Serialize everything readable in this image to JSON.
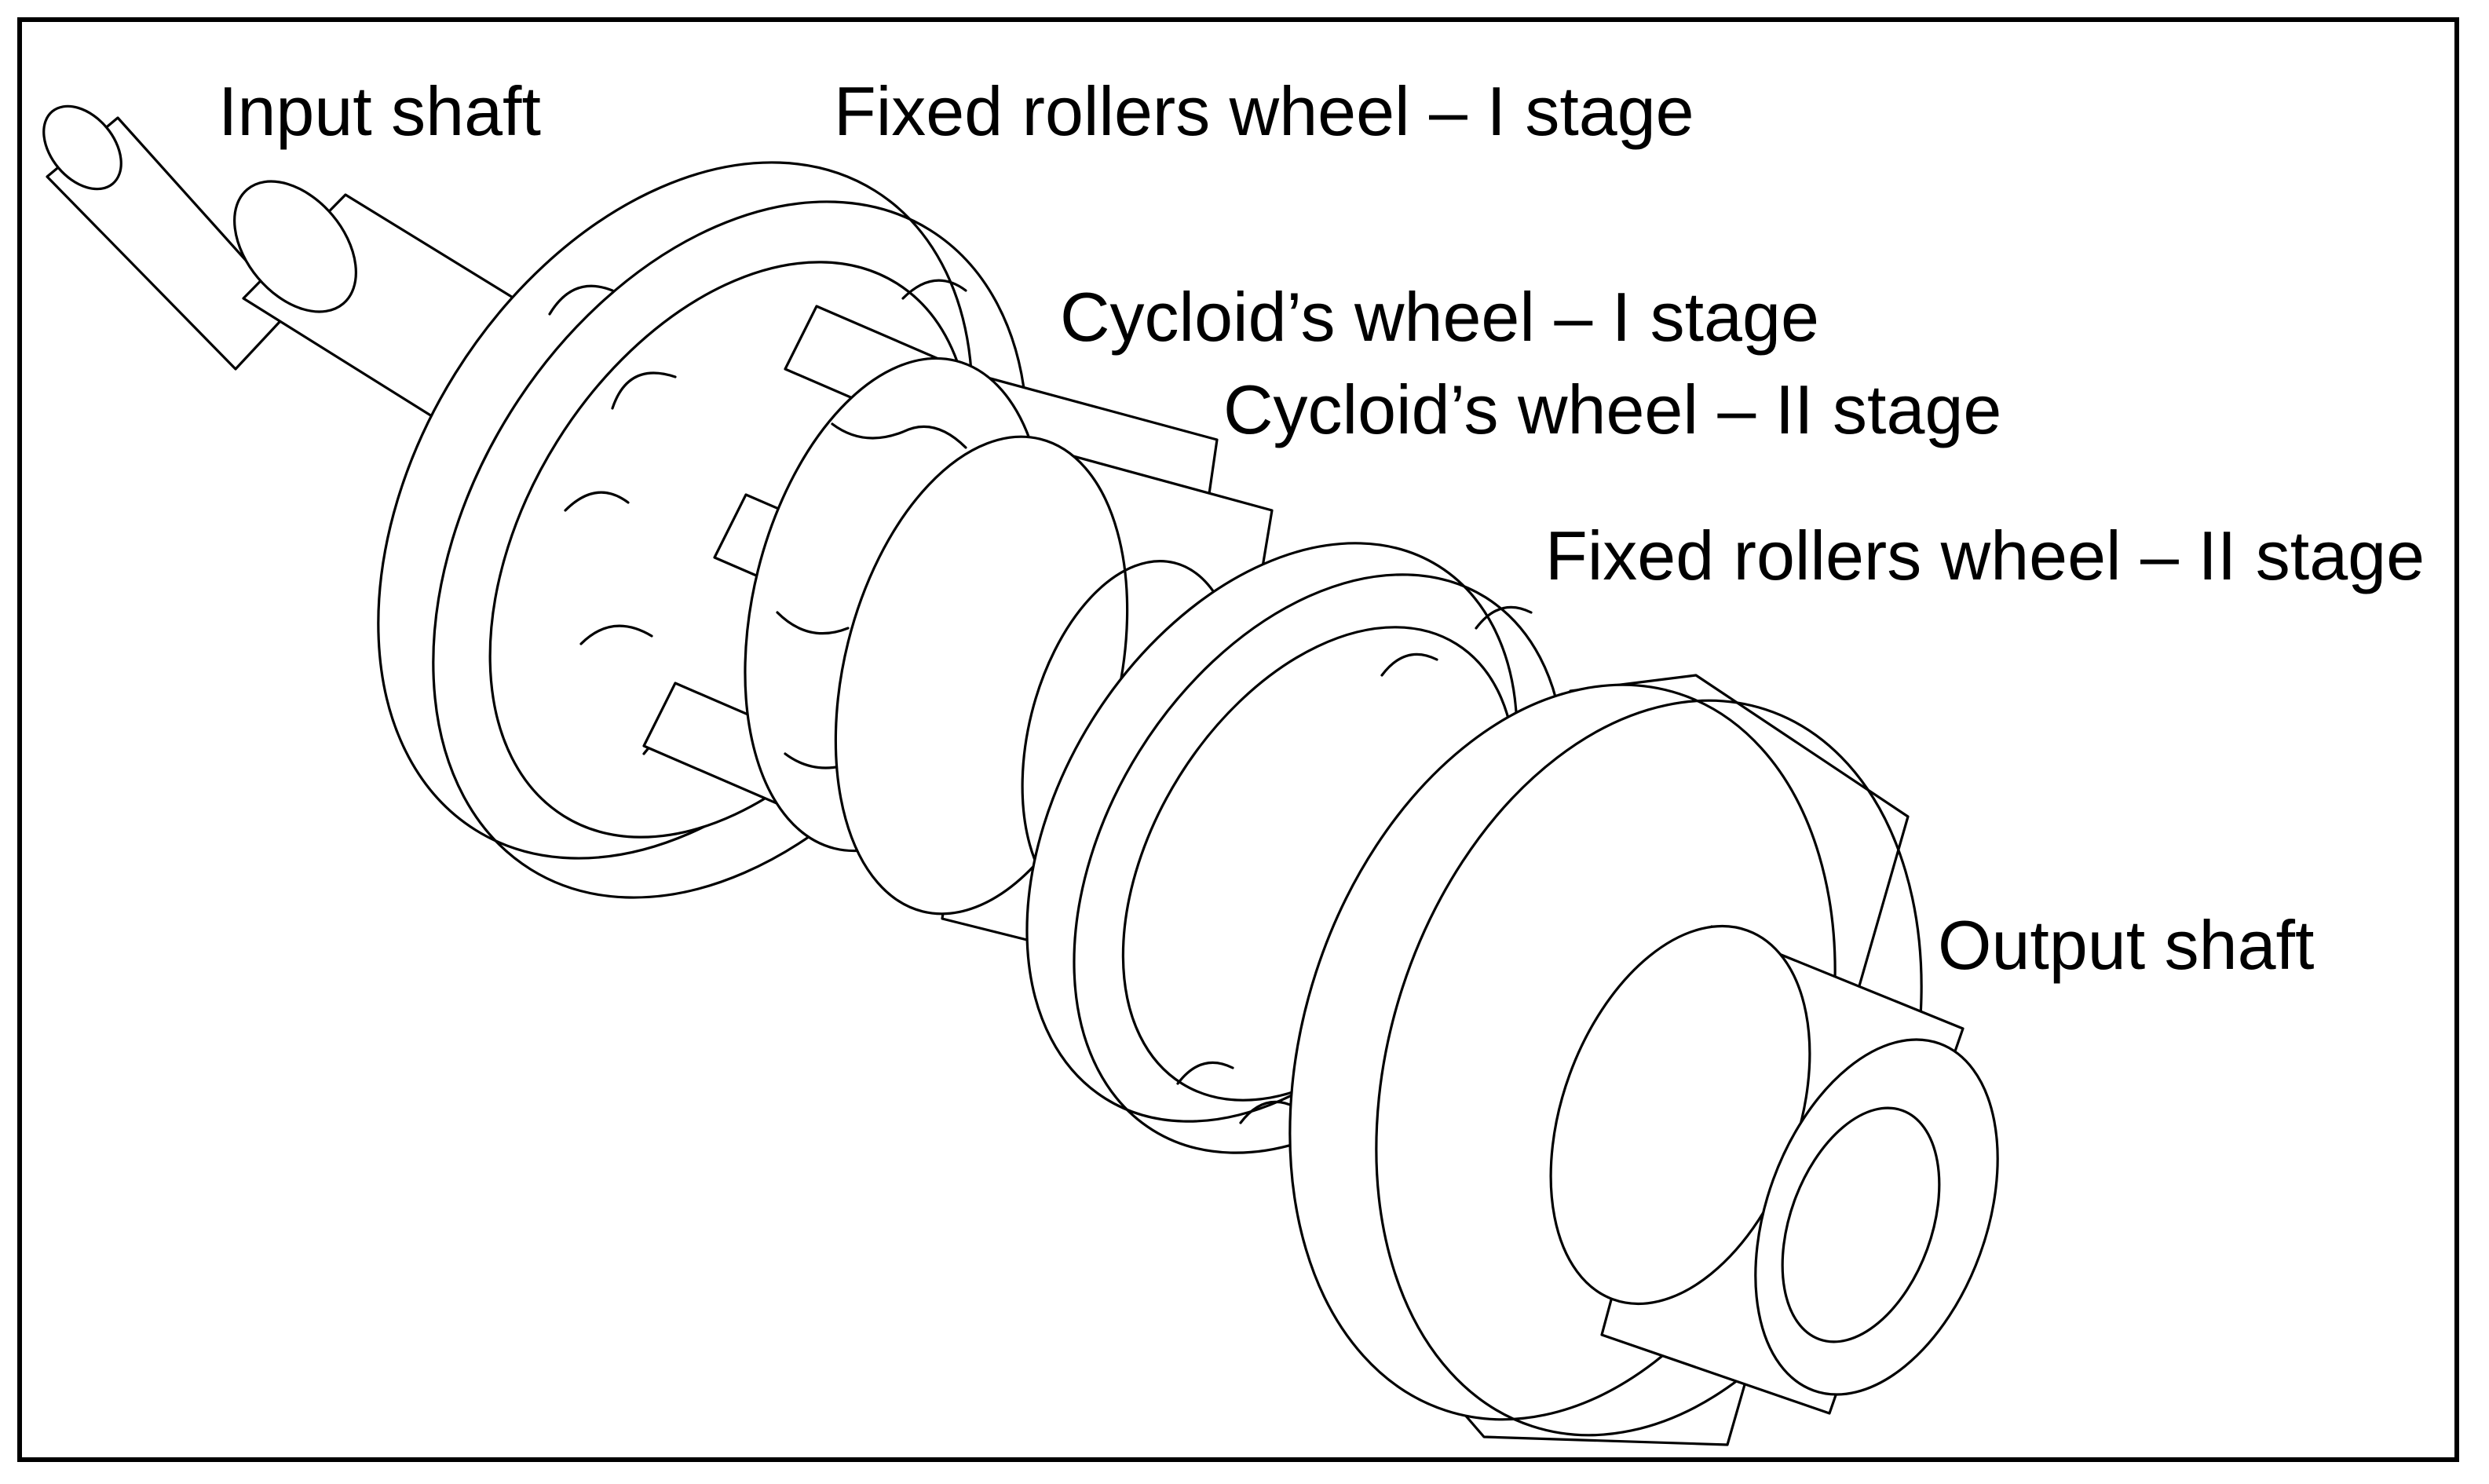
{
  "figure": {
    "labels": {
      "input_shaft": "Input shaft",
      "fixed_rollers_wheel_1": "Fixed rollers wheel – I stage",
      "cycloid_wheel_1": "Cycloid’s wheel – I stage",
      "cycloid_wheel_2": "Cycloid’s wheel – II stage",
      "fixed_rollers_wheel_2": "Fixed rollers wheel – II stage",
      "output_shaft": "Output shaft"
    },
    "line_color": "#000000",
    "background_color": "#ffffff"
  }
}
